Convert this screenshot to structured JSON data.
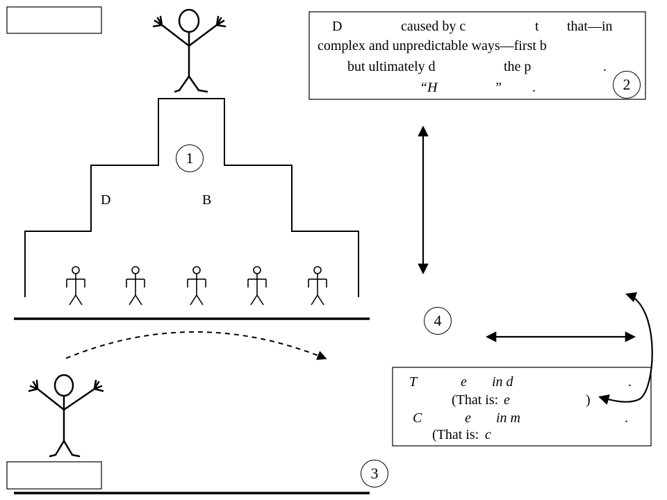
{
  "labels": {
    "left_step": "D",
    "right_step": "B"
  },
  "badges": {
    "pyramid": "1",
    "top_box": "2",
    "bottom": "3",
    "middle": "4"
  },
  "top_box": {
    "lines": [
      [
        "D",
        "caused by c",
        "t",
        "that—in"
      ],
      [
        "complex and unpredictable ways—first b"
      ],
      [
        "but ultimately d",
        "the p",
        "."
      ],
      [
        "“H",
        "”",
        "."
      ]
    ]
  },
  "bottom_box": {
    "lines": [
      [
        "T",
        "e",
        "in d",
        "."
      ],
      [
        "(That is: ",
        "e",
        ")"
      ],
      [
        "C",
        "e",
        "in m",
        "."
      ],
      [
        "(That is: ",
        "c"
      ]
    ]
  }
}
